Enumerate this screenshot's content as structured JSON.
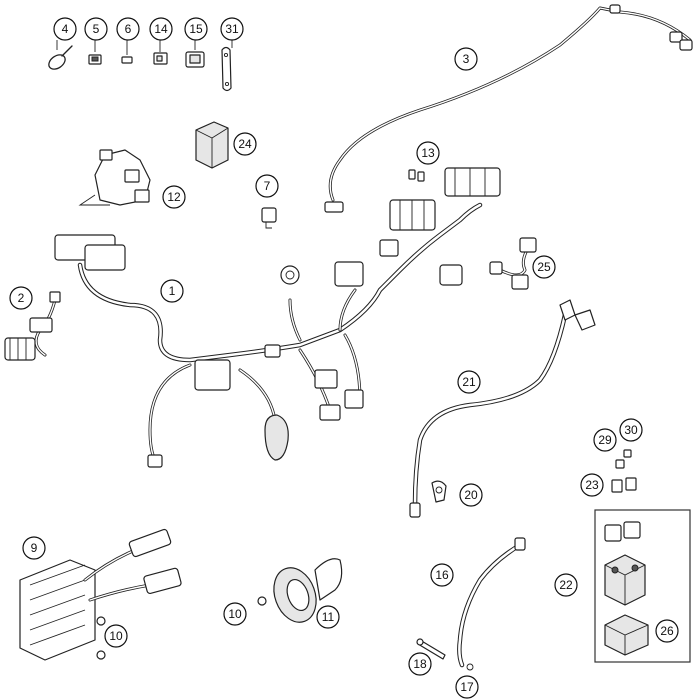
{
  "callouts": {
    "c4": "4",
    "c5": "5",
    "c6": "6",
    "c14": "14",
    "c15": "15",
    "c31": "31",
    "c3": "3",
    "c24": "24",
    "c13": "13",
    "c12": "12",
    "c7": "7",
    "c1": "1",
    "c2": "2",
    "c25": "25",
    "c21": "21",
    "c29": "29",
    "c30": "30",
    "c23": "23",
    "c20": "20",
    "c9": "9",
    "c22": "22",
    "c16": "16",
    "c10a": "10",
    "c10b": "10",
    "c11": "11",
    "c26": "26",
    "c18": "18",
    "c17": "17"
  }
}
